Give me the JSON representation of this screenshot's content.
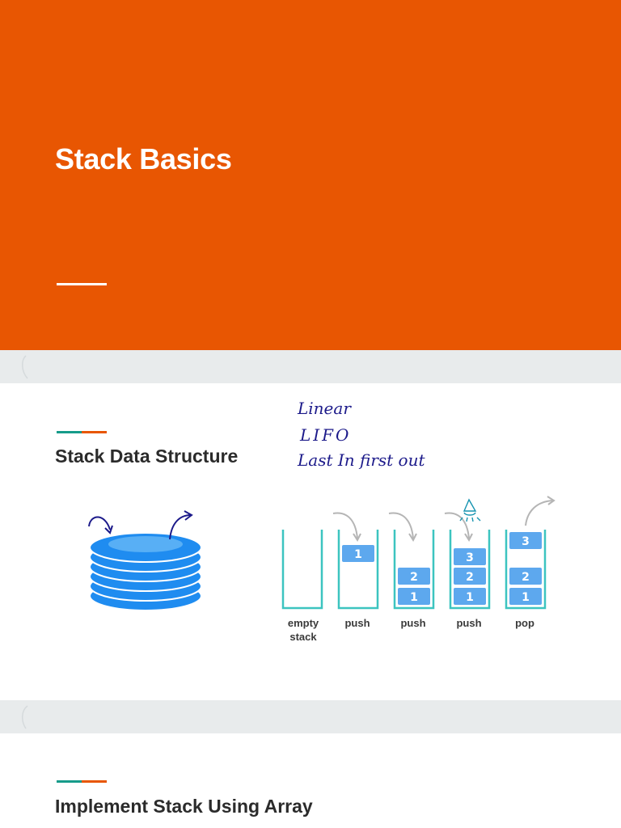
{
  "slide1": {
    "title": "Stack Basics"
  },
  "slide2": {
    "heading": "Stack Data Structure",
    "notes": [
      "Linear",
      "LIFO",
      "Last In first out"
    ],
    "stack_labels": [
      "empty stack",
      "push",
      "push",
      "push",
      "pop"
    ]
  },
  "slide3": {
    "heading": "Implement Stack Using Array"
  },
  "colors": {
    "title_background": "#e85602",
    "accent_teal": "#169b8a",
    "accent_orange": "#e85602",
    "stack_outline": "#3cc4c0",
    "stack_item": "#5da8ee",
    "plate_blue": "#1f8cf0",
    "ink": "#1c1a8a"
  },
  "icons": [
    "plate-stack-icon",
    "curved-arrow-icon",
    "lamp-doodle-icon"
  ]
}
